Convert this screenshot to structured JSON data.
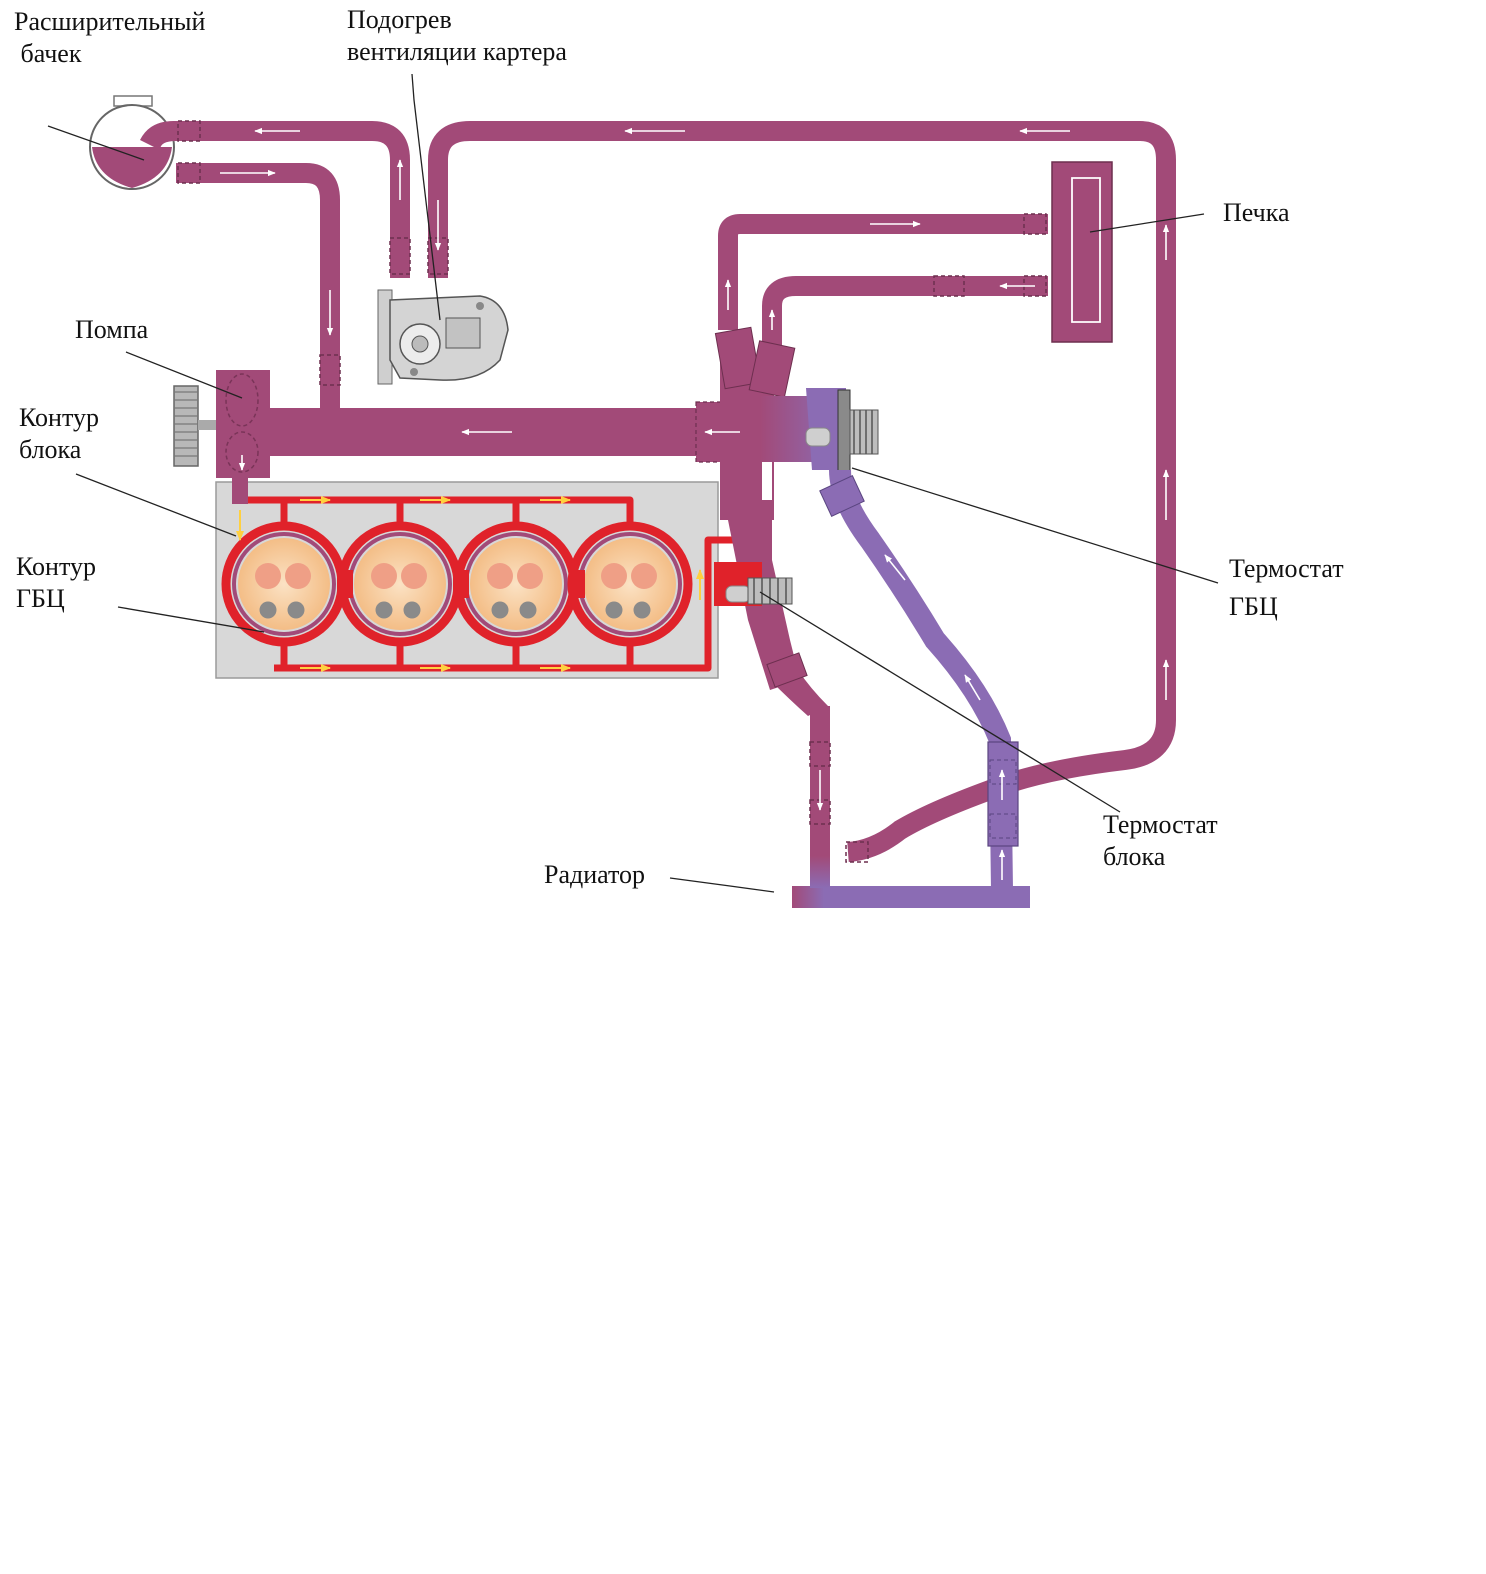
{
  "labels": {
    "expansion_tank": "Расширительный\n бачек",
    "crankcase_heating": "Подогрев\nвентиляции картера",
    "pump": "Помпа",
    "block_circuit": "Контур\nблока",
    "head_circuit": "Контур\nГБЦ",
    "heater": "Печка",
    "head_thermostat": "Термостат\nГБЦ",
    "block_thermostat": "Термостат\nблока",
    "radiator": "Радиатор"
  },
  "colors": {
    "hot_coolant": "#a24a78",
    "cold_coolant": "#8b6cb4",
    "engine_hot": "#e0222a",
    "engine_block": "#d8d8d8",
    "cylinder_fill": "#f6cc9e",
    "valve_intake": "#ef9f86",
    "valve_exhaust": "#8a8a8a",
    "flow_arrow": "#ffffff"
  },
  "icons": {
    "pump_pulley": "pulley-icon",
    "thermostat": "thermostat-icon",
    "valve_housing": "valve-housing-icon"
  }
}
